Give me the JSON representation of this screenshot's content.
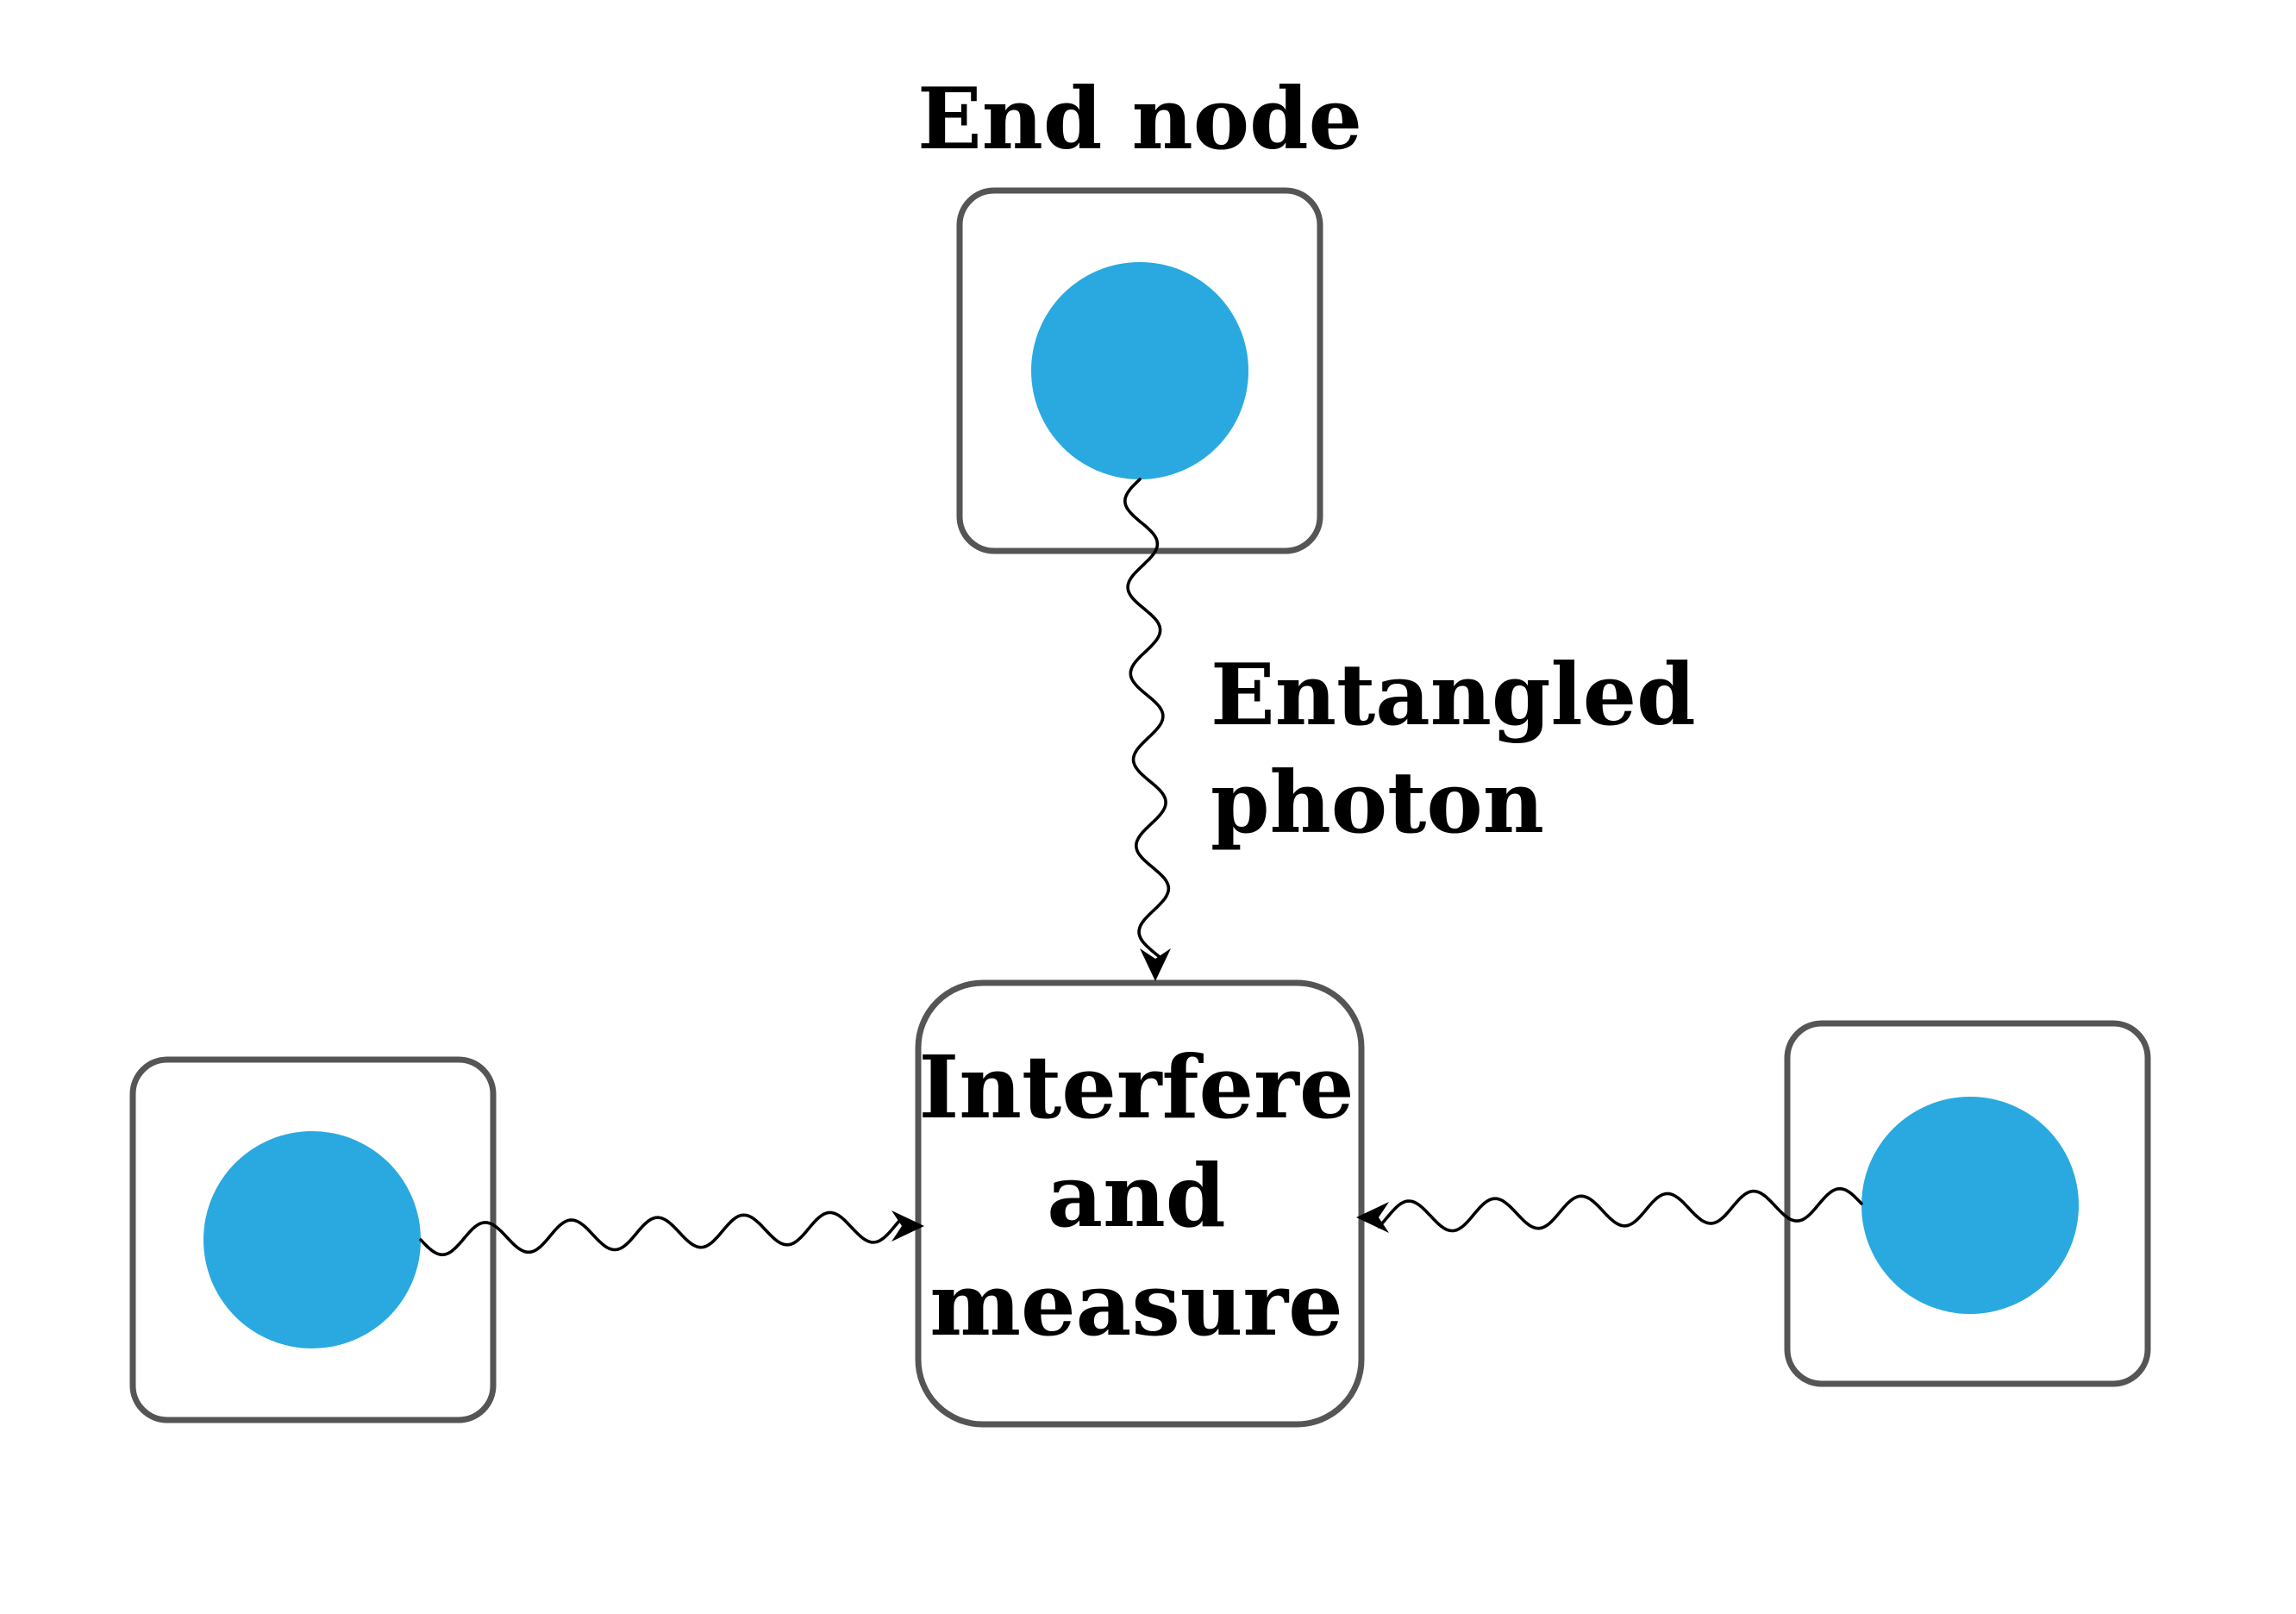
{
  "labels": {
    "end_node_title": "End node",
    "photon_label_line1": "Entangled",
    "photon_label_line2": "photon",
    "center_line1": "Interfere",
    "center_line2": "and",
    "center_line3": "measure"
  },
  "colors": {
    "qubit": "#29a9e0",
    "box_border": "#555555",
    "photon_line": "#000000",
    "text": "#000000",
    "background": "#ffffff"
  },
  "nodes": [
    {
      "id": "top",
      "kind": "end-node"
    },
    {
      "id": "left",
      "kind": "end-node"
    },
    {
      "id": "right",
      "kind": "end-node"
    },
    {
      "id": "center",
      "kind": "measurement-station"
    }
  ],
  "photons": [
    {
      "from": "top",
      "to": "center"
    },
    {
      "from": "left",
      "to": "center"
    },
    {
      "from": "right",
      "to": "center"
    }
  ]
}
